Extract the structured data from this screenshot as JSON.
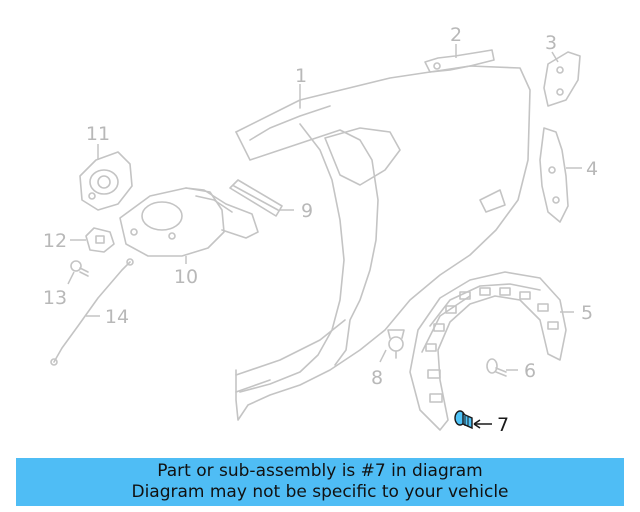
{
  "callouts": {
    "c1": "1",
    "c2": "2",
    "c3": "3",
    "c4": "4",
    "c5": "5",
    "c6": "6",
    "c7": "7",
    "c8": "8",
    "c9": "9",
    "c10": "10",
    "c11": "11",
    "c12": "12",
    "c13": "13",
    "c14": "14"
  },
  "highlight": {
    "part_number": "7",
    "color": "#4fc3f7"
  },
  "banner": {
    "line1": "Part or sub-assembly is #7 in diagram",
    "line2": "Diagram may not be specific to your vehicle",
    "color": "#4fbdf5"
  }
}
